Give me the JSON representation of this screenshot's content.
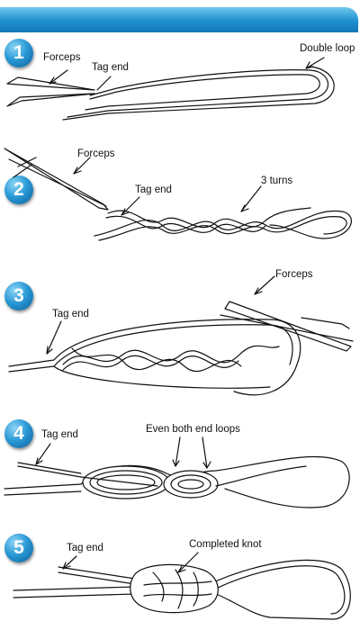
{
  "banner": {
    "color": "#2a9ad6"
  },
  "steps": [
    {
      "number": "1",
      "labels": {
        "forceps": "Forceps",
        "tag_end": "Tag end",
        "double_loop": "Double loop"
      }
    },
    {
      "number": "2",
      "labels": {
        "forceps": "Forceps",
        "tag_end": "Tag end",
        "turns": "3 turns"
      }
    },
    {
      "number": "3",
      "labels": {
        "tag_end": "Tag end",
        "forceps": "Forceps"
      }
    },
    {
      "number": "4",
      "labels": {
        "tag_end": "Tag end",
        "even_loops": "Even both end loops"
      }
    },
    {
      "number": "5",
      "labels": {
        "tag_end": "Tag end",
        "completed": "Completed knot"
      }
    }
  ]
}
